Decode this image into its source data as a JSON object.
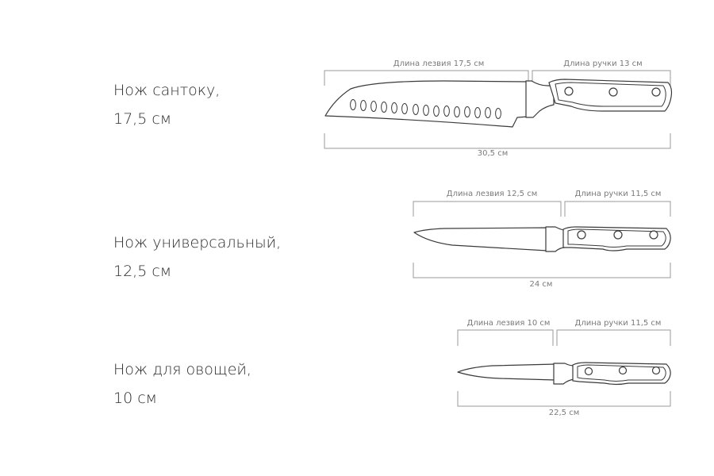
{
  "knives": [
    {
      "name_line1": "Нож сантоку,",
      "name_line2": "17,5 см",
      "blade_label": "Длина лезвия 17,5 см",
      "handle_label": "Длина ручки 13 см",
      "total_label": "30,5 см",
      "icon": "santoku-knife-icon"
    },
    {
      "name_line1": "Нож универсальный,",
      "name_line2": "12,5 см",
      "blade_label": "Длина лезвия 12,5 см",
      "handle_label": "Длина ручки 11,5 см",
      "total_label": "24 см",
      "icon": "utility-knife-icon"
    },
    {
      "name_line1": "Нож для овощей,",
      "name_line2": "10 см",
      "blade_label": "Длина лезвия 10 см",
      "handle_label": "Длина ручки 11,5 см",
      "total_label": "22,5 см",
      "icon": "paring-knife-icon"
    }
  ]
}
